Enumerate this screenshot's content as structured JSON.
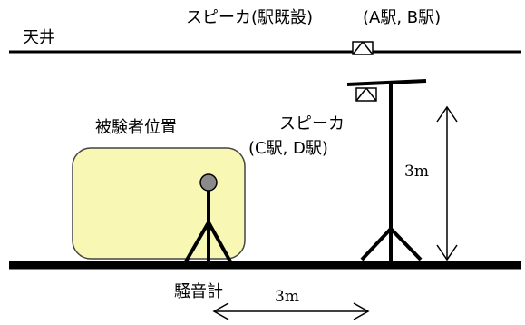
{
  "labels": {
    "ceiling": "天井",
    "speaker_existing": "スピーカ(駅既設)",
    "speaker_ab": "(A駅, B駅)",
    "subject_position": "被験者位置",
    "speaker_cd_line1": "スピーカ",
    "speaker_cd_line2": "(C駅, D駅)",
    "height": "3m",
    "sound_level_meter": "騒音計",
    "distance": "3m"
  },
  "colors": {
    "subject_area_fill": "#f8f7b4",
    "subject_area_stroke": "#444444",
    "meter_head": "#8a8a8a",
    "line": "#000000"
  },
  "icons": [
    "speaker-icon",
    "sound-level-meter-icon",
    "speaker-stand-icon"
  ]
}
